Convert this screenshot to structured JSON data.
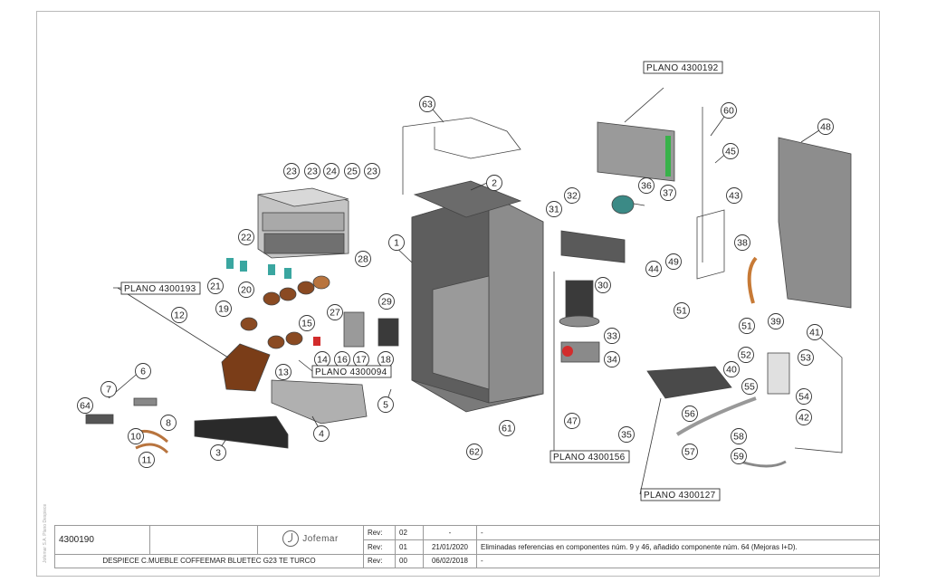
{
  "callouts": [
    {
      "n": "1",
      "label": "1"
    },
    {
      "n": "2",
      "label": "2"
    },
    {
      "n": "3",
      "label": "3"
    },
    {
      "n": "4",
      "label": "4"
    },
    {
      "n": "5",
      "label": "5"
    },
    {
      "n": "6",
      "label": "6"
    },
    {
      "n": "7",
      "label": "7"
    },
    {
      "n": "8",
      "label": "8"
    },
    {
      "n": "10",
      "label": "10"
    },
    {
      "n": "11",
      "label": "11"
    },
    {
      "n": "12",
      "label": "12"
    },
    {
      "n": "13",
      "label": "13"
    },
    {
      "n": "14",
      "label": "14"
    },
    {
      "n": "15",
      "label": "15"
    },
    {
      "n": "16",
      "label": "16"
    },
    {
      "n": "17",
      "label": "17"
    },
    {
      "n": "18",
      "label": "18"
    },
    {
      "n": "19",
      "label": "19"
    },
    {
      "n": "20",
      "label": "20"
    },
    {
      "n": "21",
      "label": "21"
    },
    {
      "n": "22",
      "label": "22"
    },
    {
      "n": "23a",
      "label": "23"
    },
    {
      "n": "23b",
      "label": "23"
    },
    {
      "n": "24",
      "label": "24"
    },
    {
      "n": "25",
      "label": "25"
    },
    {
      "n": "23c",
      "label": "23"
    },
    {
      "n": "27",
      "label": "27"
    },
    {
      "n": "28",
      "label": "28"
    },
    {
      "n": "29",
      "label": "29"
    },
    {
      "n": "30",
      "label": "30"
    },
    {
      "n": "31",
      "label": "31"
    },
    {
      "n": "32",
      "label": "32"
    },
    {
      "n": "33",
      "label": "33"
    },
    {
      "n": "34",
      "label": "34"
    },
    {
      "n": "35",
      "label": "35"
    },
    {
      "n": "36",
      "label": "36"
    },
    {
      "n": "37",
      "label": "37"
    },
    {
      "n": "38",
      "label": "38"
    },
    {
      "n": "39",
      "label": "39"
    },
    {
      "n": "40",
      "label": "40"
    },
    {
      "n": "41",
      "label": "41"
    },
    {
      "n": "42",
      "label": "42"
    },
    {
      "n": "43",
      "label": "43"
    },
    {
      "n": "44",
      "label": "44"
    },
    {
      "n": "45",
      "label": "45"
    },
    {
      "n": "47",
      "label": "47"
    },
    {
      "n": "48",
      "label": "48"
    },
    {
      "n": "49",
      "label": "49"
    },
    {
      "n": "51a",
      "label": "51"
    },
    {
      "n": "51b",
      "label": "51"
    },
    {
      "n": "52",
      "label": "52"
    },
    {
      "n": "53",
      "label": "53"
    },
    {
      "n": "54",
      "label": "54"
    },
    {
      "n": "55",
      "label": "55"
    },
    {
      "n": "56",
      "label": "56"
    },
    {
      "n": "57",
      "label": "57"
    },
    {
      "n": "58",
      "label": "58"
    },
    {
      "n": "59",
      "label": "59"
    },
    {
      "n": "60",
      "label": "60"
    },
    {
      "n": "61",
      "label": "61"
    },
    {
      "n": "62",
      "label": "62"
    },
    {
      "n": "63",
      "label": "63"
    },
    {
      "n": "64",
      "label": "64"
    }
  ],
  "planos": {
    "p192": "PLANO 4300192",
    "p193": "PLANO 4300193",
    "p094": "PLANO 4300094",
    "p156": "PLANO 4300156",
    "p127": "PLANO 4300127"
  },
  "title_block": {
    "code": "4300190",
    "description": "DESPIECE C.MUEBLE COFFEEMAR BLUETEC G23 TE TURCO",
    "logo_text": "Jofemar",
    "rev_label": "Rev:",
    "revisions": [
      {
        "rev": "02",
        "date": "-",
        "text": "-"
      },
      {
        "rev": "01",
        "date": "21/01/2020",
        "text": "Eliminadas referencias en componentes núm. 9 y 46, añadido componente núm. 64 (Mejoras I+D)."
      },
      {
        "rev": "00",
        "date": "06/02/2018",
        "text": "-"
      }
    ]
  },
  "side_note": "Jofemar S.A. Plano Despiece",
  "colors": {
    "frame": "#b9b9b9",
    "metal": "#6e6e6e",
    "metal_light": "#9a9a9a",
    "copper": "#8a4a22",
    "copper_light": "#b8743e",
    "hopper": "#bdbdbd",
    "teal": "#3aa6a0",
    "green_board": "#38b24a",
    "red": "#d22c2c",
    "panel": "#8d8d8d",
    "orange_tube": "#c77a36"
  }
}
